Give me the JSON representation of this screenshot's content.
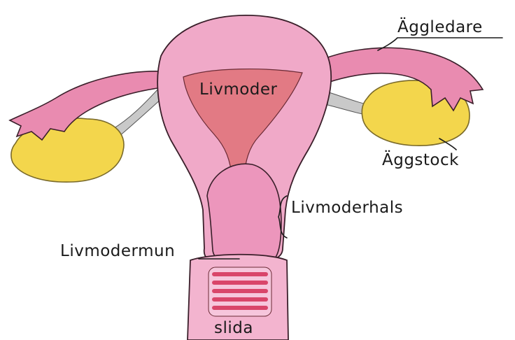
{
  "labels": {
    "aggledare": "Äggledare",
    "livmoder": "Livmoder",
    "aggstock": "Äggstock",
    "livmoderhals": "Livmoderhals",
    "livmodermun": "Livmodermun",
    "slida": "slida"
  },
  "colors": {
    "tissue_pink": "#e98bb0",
    "tissue_light": "#f3b4cf",
    "cavity_red": "#e0707a",
    "ovary_yellow": "#f2d64a",
    "ligament_gray": "#b9b9b9",
    "outline": "#3a1f2a",
    "vagina_stripe": "#d9456a"
  }
}
